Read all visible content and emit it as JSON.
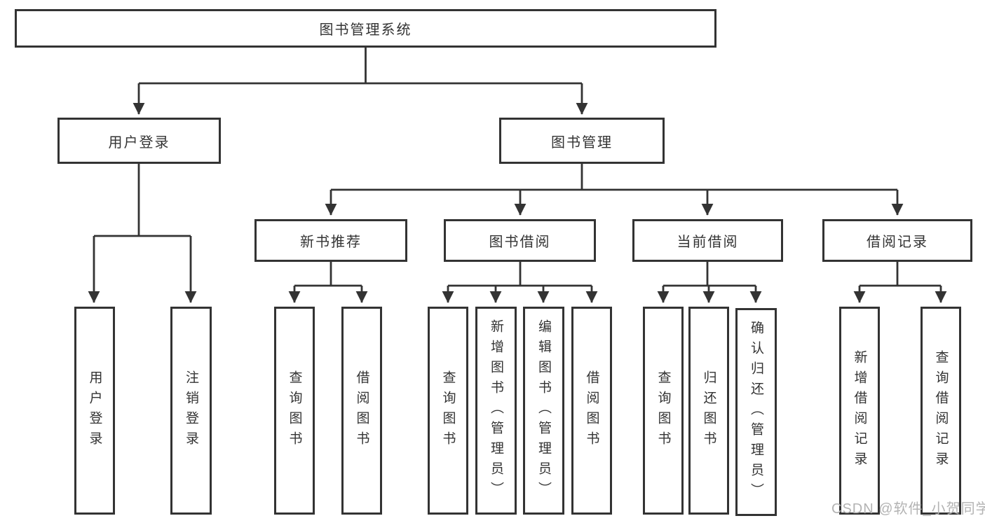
{
  "colors": {
    "line": "#333333",
    "box_border": "#333333",
    "text": "#333333",
    "watermark": "#b3b3b3",
    "background": "#ffffff"
  },
  "watermark": {
    "text": "CSDN @软件_小贺同学"
  },
  "tree": {
    "label": "图书管理系统",
    "children": [
      {
        "label": "用户登录",
        "children": [
          {
            "label": "用户登录"
          },
          {
            "label": "注销登录"
          }
        ]
      },
      {
        "label": "图书管理",
        "children": [
          {
            "label": "新书推荐",
            "children": [
              {
                "label": "查询图书"
              },
              {
                "label": "借阅图书"
              }
            ]
          },
          {
            "label": "图书借阅",
            "children": [
              {
                "label": "查询图书"
              },
              {
                "label": "新增图书（管理员）"
              },
              {
                "label": "编辑图书（管理员）"
              },
              {
                "label": "借阅图书"
              }
            ]
          },
          {
            "label": "当前借阅",
            "children": [
              {
                "label": "查询图书"
              },
              {
                "label": "归还图书"
              },
              {
                "label": "确认归还（管理员）"
              }
            ]
          },
          {
            "label": "借阅记录",
            "children": [
              {
                "label": "新增借阅记录"
              },
              {
                "label": "查询借阅记录"
              }
            ]
          }
        ]
      }
    ]
  }
}
